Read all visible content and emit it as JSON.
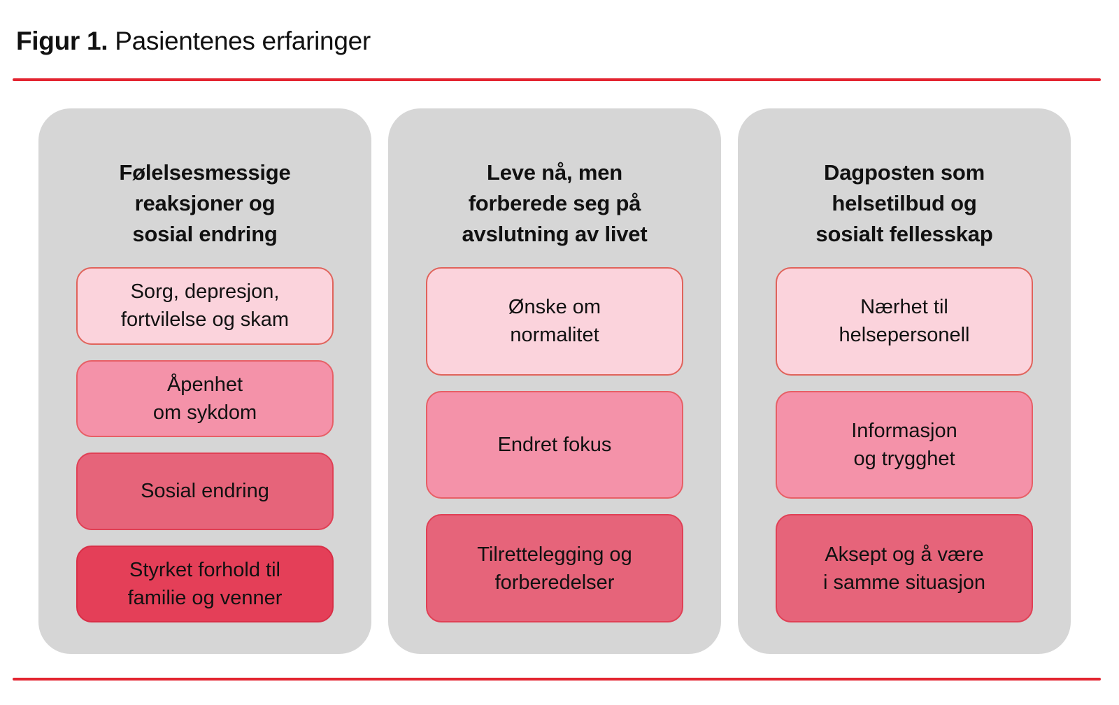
{
  "title": {
    "label_bold": "Figur 1.",
    "label_rest": "Pasientenes erfaringer"
  },
  "colors": {
    "accent_line": "#e32430",
    "column_bg": "#d6d6d6",
    "text": "#111111",
    "tiers": [
      {
        "name": "lightest-pink",
        "fill": "#fbd3dc",
        "border": "#e0635b"
      },
      {
        "name": "pink",
        "fill": "#f492a9",
        "border": "#e75f66"
      },
      {
        "name": "rose",
        "fill": "#e6647a",
        "border": "#e04055"
      },
      {
        "name": "red",
        "fill": "#e43f58",
        "border": "#d92f47"
      }
    ]
  },
  "columns": [
    {
      "heading": [
        "Følelsesmessige",
        "reaksjoner og",
        "sosial endring"
      ],
      "boxes": [
        {
          "label": [
            "Sorg, depresjon,",
            "fortvilelse og skam"
          ],
          "tier": 0
        },
        {
          "label": [
            "Åpenhet",
            "om sykdom"
          ],
          "tier": 1
        },
        {
          "label": [
            "Sosial endring"
          ],
          "tier": 2
        },
        {
          "label": [
            "Styrket forhold til",
            "familie og venner"
          ],
          "tier": 3
        }
      ]
    },
    {
      "heading": [
        "Leve nå, men",
        "forberede seg på",
        "avslutning av livet"
      ],
      "boxes": [
        {
          "label": [
            "Ønske om",
            "normalitet"
          ],
          "tier": 0
        },
        {
          "label": [
            "Endret fokus"
          ],
          "tier": 1
        },
        {
          "label": [
            "Tilrettelegging og",
            "forberedelser"
          ],
          "tier": 2
        }
      ]
    },
    {
      "heading": [
        "Dagposten som",
        "helsetilbud og",
        "sosialt fellesskap"
      ],
      "boxes": [
        {
          "label": [
            "Nærhet til",
            "helsepersonell"
          ],
          "tier": 0
        },
        {
          "label": [
            "Informasjon",
            "og trygghet"
          ],
          "tier": 1
        },
        {
          "label": [
            "Aksept og å være",
            "i samme situasjon"
          ],
          "tier": 2
        }
      ]
    }
  ]
}
